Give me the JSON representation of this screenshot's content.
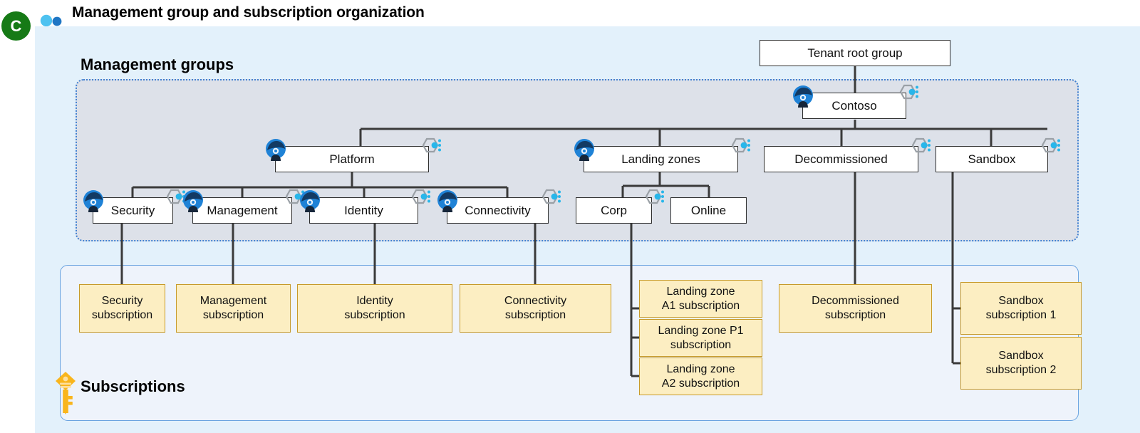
{
  "header": {
    "title": "Management group and subscription organization",
    "badge_letter": "C",
    "badge_color": "#167a16",
    "users_icon": "users-icon"
  },
  "panels": {
    "management_groups_label": "Management groups",
    "subscriptions_label": "Subscriptions",
    "key_icon": "key-icon",
    "mg_panel_fill": "#dde1e9",
    "mg_panel_border": "#3f7fd0",
    "sub_panel_fill": "#eef3fb",
    "sub_panel_border": "#6aa3e0",
    "outer_fill": "#e3f1fb"
  },
  "icons": {
    "rbac": "rbac-icon",
    "policy": "policy-icon"
  },
  "colors": {
    "mg_node_fill": "#ffffff",
    "mg_node_border": "#2f2f2f",
    "sub_node_fill": "#fceec2",
    "sub_node_border": "#c79a2a",
    "connector": "#3a3a3a"
  },
  "management_groups": [
    {
      "id": "tenant-root-group",
      "label": "Tenant root group",
      "rbac": false,
      "policy": false
    },
    {
      "id": "contoso",
      "label": "Contoso",
      "rbac": true,
      "policy": true
    },
    {
      "id": "platform",
      "label": "Platform",
      "rbac": true,
      "policy": true
    },
    {
      "id": "landing-zones",
      "label": "Landing zones",
      "rbac": true,
      "policy": true
    },
    {
      "id": "decommissioned",
      "label": "Decommissioned",
      "rbac": false,
      "policy": true
    },
    {
      "id": "sandbox",
      "label": "Sandbox",
      "rbac": false,
      "policy": true
    },
    {
      "id": "security",
      "label": "Security",
      "rbac": true,
      "policy": true
    },
    {
      "id": "management",
      "label": "Management",
      "rbac": true,
      "policy": true
    },
    {
      "id": "identity",
      "label": "Identity",
      "rbac": true,
      "policy": true
    },
    {
      "id": "connectivity",
      "label": "Connectivity",
      "rbac": true,
      "policy": true
    },
    {
      "id": "corp",
      "label": "Corp",
      "rbac": false,
      "policy": true
    },
    {
      "id": "online",
      "label": "Online",
      "rbac": false,
      "policy": false
    }
  ],
  "subscriptions": [
    {
      "id": "security-subscription",
      "line1": "Security",
      "line2": "subscription"
    },
    {
      "id": "management-subscription",
      "line1": "Management",
      "line2": "subscription"
    },
    {
      "id": "identity-subscription",
      "line1": "Identity",
      "line2": "subscription"
    },
    {
      "id": "connectivity-subscription",
      "line1": "Connectivity",
      "line2": "subscription"
    },
    {
      "id": "landing-zone-a1-subscription",
      "line1": "Landing zone",
      "line2": "A1 subscription"
    },
    {
      "id": "landing-zone-p1-subscription",
      "line1": "Landing zone P1",
      "line2": "subscription"
    },
    {
      "id": "landing-zone-a2-subscription",
      "line1": "Landing zone",
      "line2": "A2 subscription"
    },
    {
      "id": "decommissioned-subscription",
      "line1": "Decommissioned",
      "line2": "subscription"
    },
    {
      "id": "sandbox-subscription-1",
      "line1": "Sandbox",
      "line2": "subscription 1"
    },
    {
      "id": "sandbox-subscription-2",
      "line1": "Sandbox",
      "line2": "subscription 2"
    }
  ]
}
